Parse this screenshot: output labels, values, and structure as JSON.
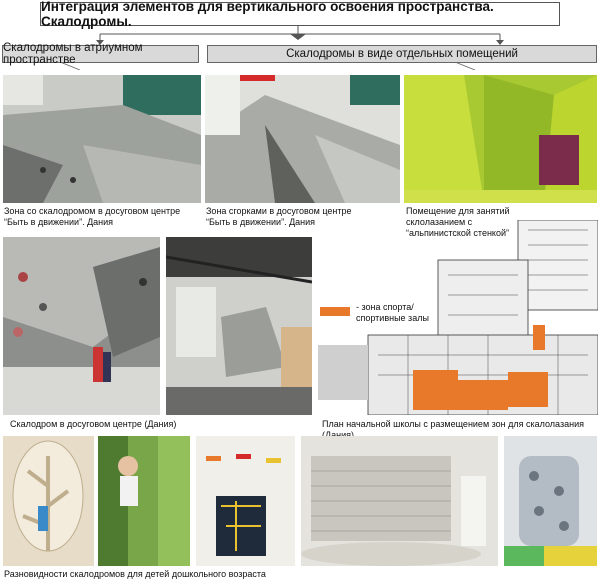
{
  "title": "Интеграция элементов для вертикального освоения пространства. Скалодромы.",
  "sections": {
    "left": "Скалодромы в атриумном пространстве",
    "right": "Скалодромы в виде отдельных помещений"
  },
  "captions": {
    "c1": [
      "Зона со скалодромом в досуговом центре",
      "“Быть в движении”. Дания"
    ],
    "c2": [
      "Зона сгорками в досуговом центре",
      "“Быть в движении”. Дания"
    ],
    "c3": [
      "Помещение для занятий",
      "склолазанием с",
      "“альпинистской стенкой”"
    ],
    "c4": "Скалодром в досуговом центре (Дания)",
    "c5": "План начальной школы с размещением зон для скалолазания (Дания)",
    "c6": "Разновидности скалодромов для детей дошкольного возраста"
  },
  "legend": {
    "label_line1": "- зона спорта/",
    "label_line2": "спортивные залы",
    "color": "#e8782a"
  },
  "colors": {
    "accent": "#e8782a",
    "section_bg": "#d9d9d9"
  }
}
